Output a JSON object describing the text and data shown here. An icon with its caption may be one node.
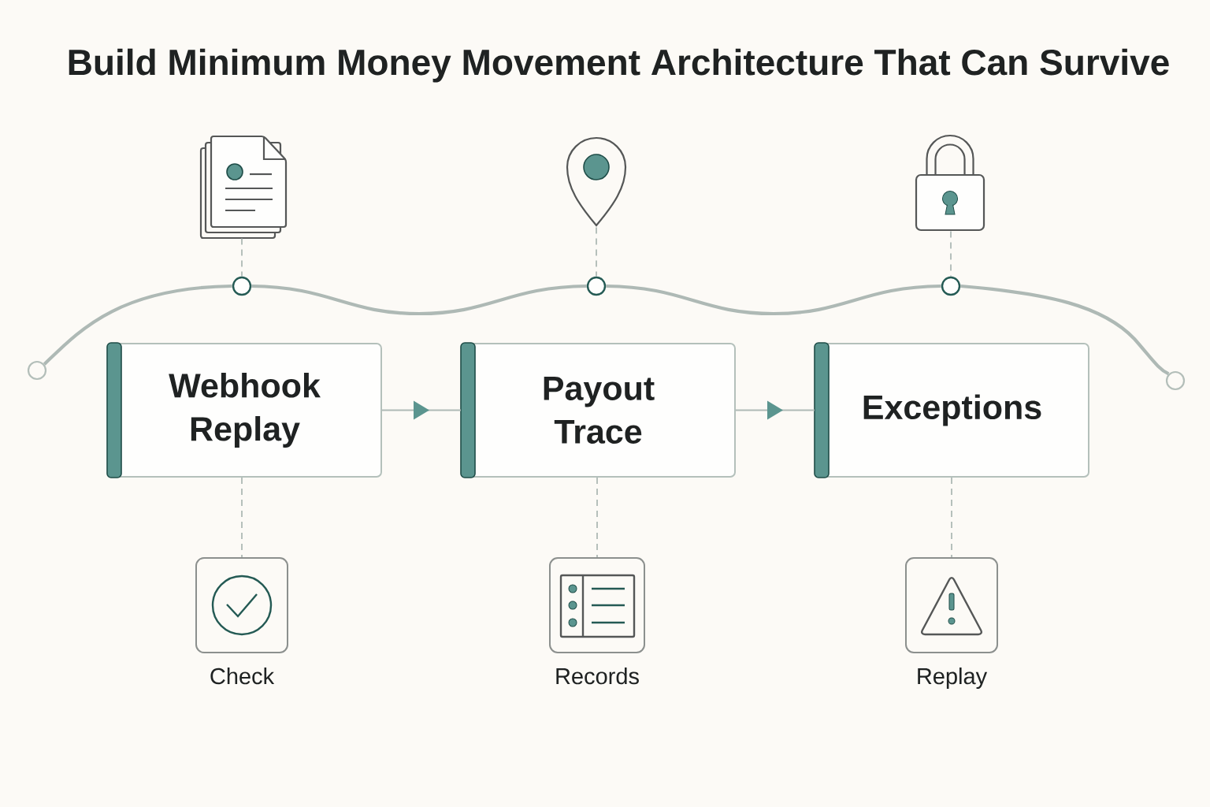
{
  "diagram": {
    "title": "Build Minimum Money Movement Architecture That Can Survive",
    "nodes": [
      {
        "text": [],
        "shape": "picture"
      },
      {
        "text": [],
        "shape": "picture"
      },
      {
        "text": [],
        "shape": "picture"
      },
      {
        "text": [],
        "shape": "circle"
      },
      {
        "text": [],
        "shape": "circle"
      },
      {
        "text": [],
        "shape": "circle"
      },
      {
        "text": [],
        "shape": "circle"
      },
      {
        "text": [],
        "shape": "circle"
      },
      {
        "text": [
          "Webhook Replay"
        ]
      },
      {
        "text": [
          "Payout Trace"
        ]
      },
      {
        "text": [
          "Exceptions"
        ]
      },
      {
        "text": [],
        "shape": "box",
        "beside": [
          "Check"
        ]
      },
      {
        "text": [],
        "shape": "box",
        "beside": [
          "Records"
        ]
      },
      {
        "text": [],
        "shape": "box",
        "beside": [
          "Replay"
        ]
      }
    ],
    "edges": [
      {
        "from": 0,
        "to": 4,
        "arrow": "none",
        "style": "dashed"
      },
      {
        "from": 1,
        "to": 5,
        "arrow": "none",
        "style": "dashed"
      },
      {
        "from": 2,
        "to": 6,
        "arrow": "none",
        "style": "dashed"
      },
      {
        "from": 3,
        "to": 4,
        "arrow": "none",
        "style": "thick"
      },
      {
        "from": 4,
        "to": 5,
        "arrow": "none",
        "style": "thick"
      },
      {
        "from": 5,
        "to": 6,
        "arrow": "none",
        "style": "thick"
      },
      {
        "from": 6,
        "to": 7,
        "arrow": "none",
        "style": "thick"
      },
      {
        "from": 8,
        "to": 9,
        "arrow": "to"
      },
      {
        "from": 9,
        "to": 10,
        "arrow": "to"
      },
      {
        "from": 8,
        "to": 11,
        "arrow": "none",
        "style": "dashed"
      },
      {
        "from": 9,
        "to": 12,
        "arrow": "none",
        "style": "dashed"
      },
      {
        "from": 10,
        "to": 13,
        "arrow": "none",
        "style": "dashed"
      }
    ]
  }
}
